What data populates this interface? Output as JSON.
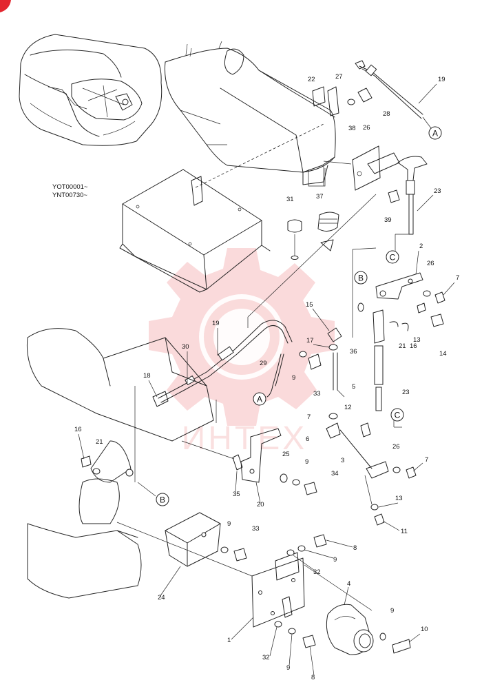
{
  "serials": [
    "YOT00001~",
    "YNT00730~"
  ],
  "watermark": {
    "text": "ИНТЕХ",
    "color": "#e8585a"
  },
  "refs": [
    {
      "id": "ref-a-top",
      "label": "A"
    },
    {
      "id": "ref-a-mid",
      "label": "A"
    },
    {
      "id": "ref-b-right",
      "label": "B"
    },
    {
      "id": "ref-b-left",
      "label": "B"
    },
    {
      "id": "ref-c-top",
      "label": "C"
    },
    {
      "id": "ref-c-mid",
      "label": "C"
    }
  ],
  "part_labels": [
    "19",
    "22",
    "27",
    "28",
    "26",
    "38",
    "23",
    "39",
    "31",
    "37",
    "2",
    "26",
    "7",
    "13",
    "14",
    "21",
    "16",
    "15",
    "17",
    "36",
    "23",
    "19",
    "30",
    "29",
    "9",
    "33",
    "5",
    "18",
    "12",
    "6",
    "7",
    "26",
    "7",
    "3",
    "16",
    "21",
    "25",
    "9",
    "34",
    "35",
    "20",
    "13",
    "11",
    "9",
    "33",
    "8",
    "9",
    "32",
    "24",
    "4",
    "9",
    "10",
    "1",
    "32",
    "9",
    "8"
  ]
}
